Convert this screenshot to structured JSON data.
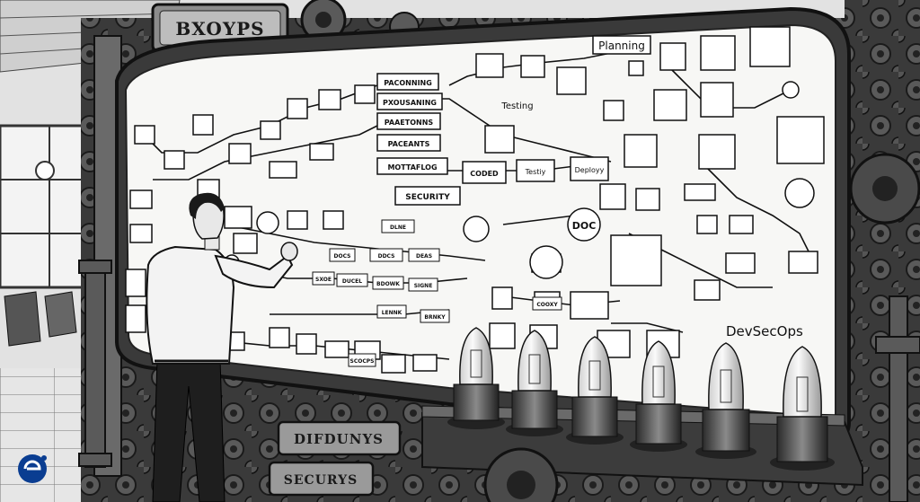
{
  "scene": {
    "top_plate": "BXOYPS",
    "board_labels": {
      "planning": "Planning",
      "testing": "Testing",
      "security": "SECURITY",
      "doc": "DOC",
      "devsecops": "DevSecOps",
      "coded": "CODED",
      "testiy": "Testiy",
      "deployy": "Deployy"
    },
    "stack_labels": [
      "PACONNING",
      "PXOUSANING",
      "PAAETONNS",
      "PACEANTS",
      "MOTTAFLOG"
    ],
    "small_boxes": [
      "DLNE",
      "DDCS",
      "DEAS",
      "SIGNE",
      "BRNKY",
      "DUCEL",
      "BDOWK",
      "LENNK",
      "DOCS",
      "SXOE",
      "SCOCPS",
      "COOXY"
    ],
    "lower_plates": [
      "DIFDUNYS",
      "SECURYS"
    ],
    "brand_icon": "logo-icon",
    "palette": {
      "ink": "#111111",
      "paper": "#f7f7f5",
      "metal": "#4a4a4a",
      "dark": "#2a2a2a"
    }
  }
}
